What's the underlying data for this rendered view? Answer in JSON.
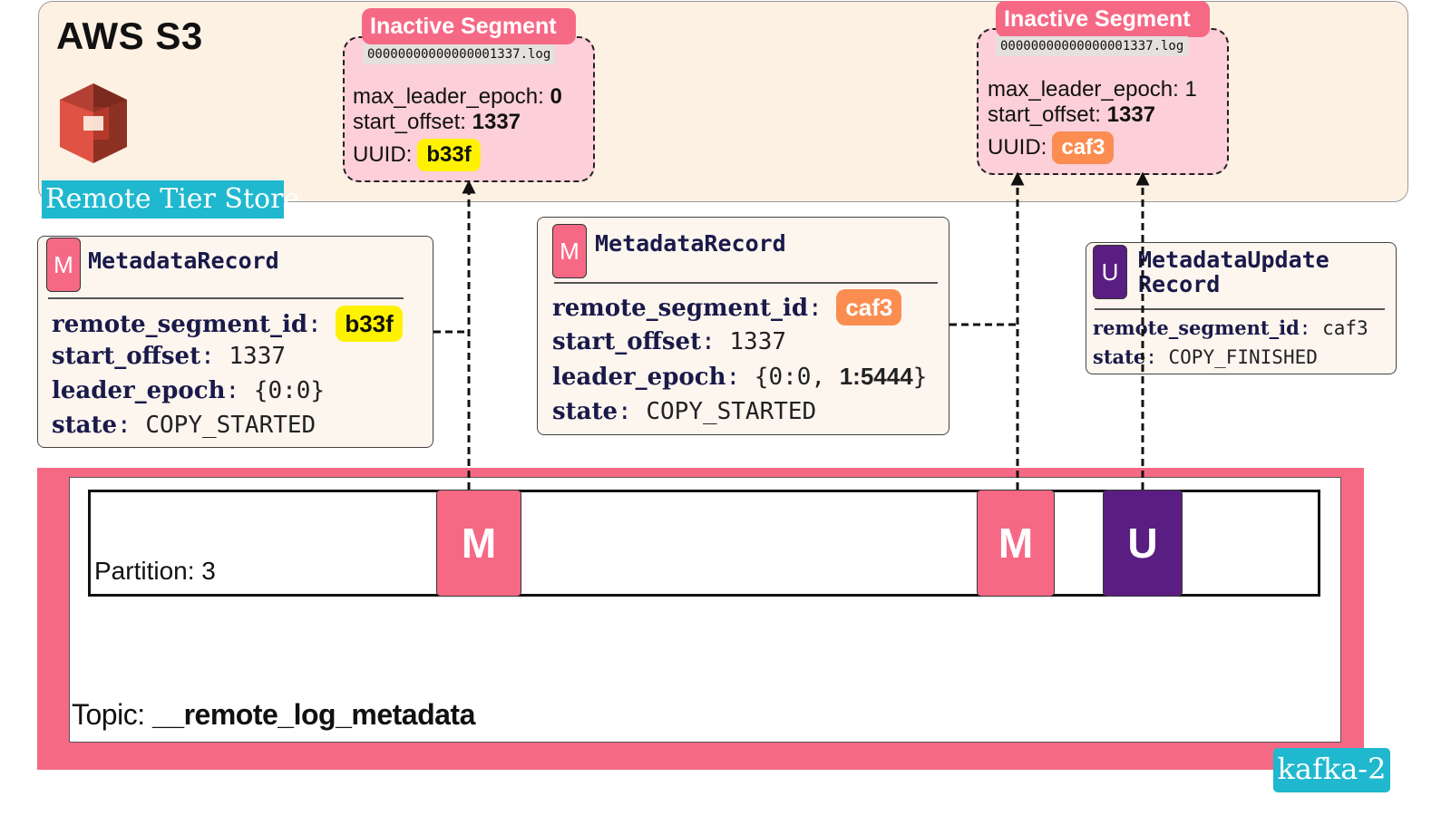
{
  "storage": {
    "title": "AWS S3",
    "label": "Remote Tier Store",
    "logo_icon": "aws-s3-bucket-icon"
  },
  "segments": [
    {
      "tag": "Inactive Segment",
      "filename": "00000000000000001337.log",
      "max_leader_epoch_label": "max_leader_epoch:",
      "max_leader_epoch": "0",
      "start_offset_label": "start_offset:",
      "start_offset": "1337",
      "uuid_label": "UUID:",
      "uuid": "b33f"
    },
    {
      "tag": "Inactive Segment",
      "filename": "00000000000000001337.log",
      "max_leader_epoch_label": "max_leader_epoch:",
      "max_leader_epoch": "1",
      "start_offset_label": "start_offset:",
      "start_offset": "1337",
      "uuid_label": "UUID:",
      "uuid": "caf3"
    }
  ],
  "records": [
    {
      "badge": "M",
      "title": "MetadataRecord",
      "fields": [
        {
          "key": "remote_segment_id",
          "value": "b33f"
        },
        {
          "key": "start_offset",
          "value": "1337"
        },
        {
          "key": "leader_epoch",
          "value": "{0:0}"
        },
        {
          "key": "state",
          "value": "COPY_STARTED"
        }
      ]
    },
    {
      "badge": "M",
      "title": "MetadataRecord",
      "fields": [
        {
          "key": "remote_segment_id",
          "value": "caf3"
        },
        {
          "key": "start_offset",
          "value": "1337"
        },
        {
          "key": "leader_epoch",
          "value_prefix": "{0:0, ",
          "value_bold": "1:5444",
          "value_suffix": "}"
        },
        {
          "key": "state",
          "value": "COPY_STARTED"
        }
      ]
    },
    {
      "badge": "U",
      "title_line1": "MetadataUpdate",
      "title_line2": "Record",
      "fields": [
        {
          "key": "remote_segment_id",
          "value": "caf3"
        },
        {
          "key": "state",
          "value": "COPY_FINISHED"
        }
      ]
    }
  ],
  "separator": ":",
  "topic": {
    "prefix": "Topic:",
    "name": "__remote_log_metadata",
    "partition": "Partition: 3",
    "blocks": [
      "M",
      "M",
      "U"
    ]
  },
  "broker": "kafka-2",
  "colors": {
    "pink": "#f66985",
    "light_pink": "#fccfd9",
    "purple": "#5a1e82",
    "cyan": "#1fb8cf",
    "yellow": "#fff200",
    "orange": "#fb8d51",
    "panel": "#fdf1e3"
  }
}
